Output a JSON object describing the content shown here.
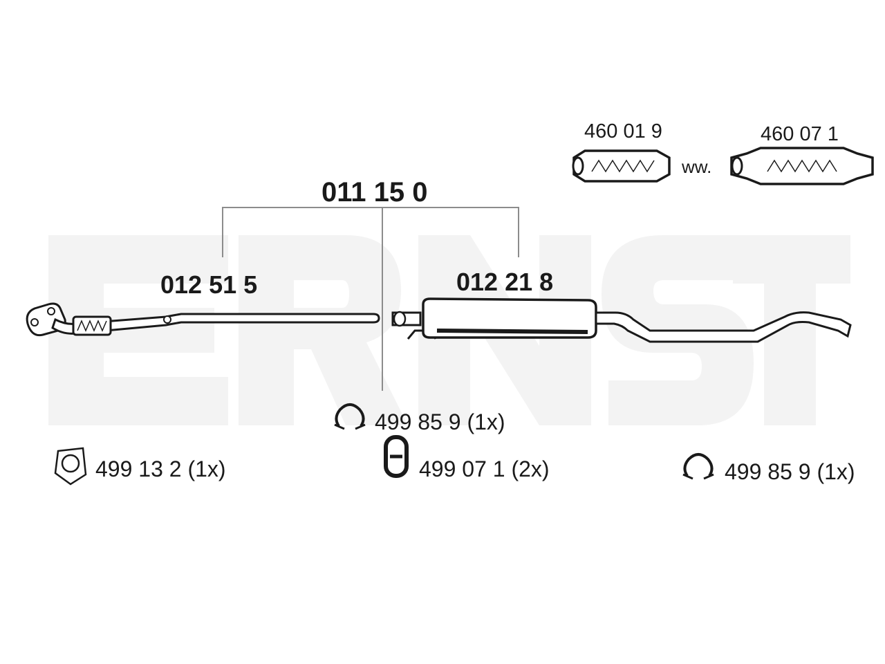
{
  "watermark": {
    "text": "ERNST",
    "color": "#f3f3f3"
  },
  "assembly": {
    "number": "011 15 0"
  },
  "sections": {
    "front_pipe": {
      "number": "012 51 5"
    },
    "middle_silencer": {
      "number": "012 21 8"
    }
  },
  "flex_pipes": {
    "option_a": "460 01 9",
    "separator": "ww.",
    "option_b": "460 07 1"
  },
  "fittings": [
    {
      "icon": "clamp-icon",
      "label": "499 85 9 (1x)"
    },
    {
      "icon": "rubber-mount-icon",
      "label": "499 07 1 (2x)"
    },
    {
      "icon": "gasket-icon",
      "label": "499 13 2 (1x)"
    },
    {
      "icon": "clamp-icon",
      "label": "499 85 9 (1x)"
    }
  ],
  "colors": {
    "line": "#1a1a1a",
    "stroke_gray": "#8c8c8c",
    "fill_white": "#ffffff"
  }
}
